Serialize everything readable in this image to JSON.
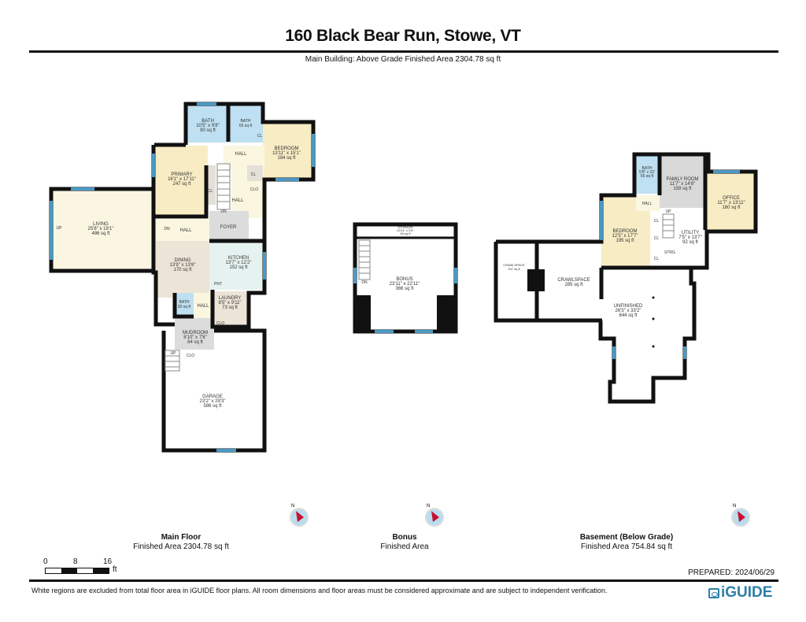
{
  "header": {
    "title": "160 Black Bear Run, Stowe, VT",
    "subtitle": "Main Building: Above Grade Finished Area 2304.78 sq ft"
  },
  "colors": {
    "wall": "#111111",
    "window": "#4a98c4",
    "bedroom_fill": "#f7ecc4",
    "living_fill": "#faf6e2",
    "bath_fill": "#bfe0f2",
    "hall_fill": "#fbf6df",
    "dining_fill": "#ece4d6",
    "kitchen_fill": "#e6f2ef",
    "foyer_fill": "#dcdcdc",
    "closet_fill": "#e4e0d8",
    "family_fill": "#d9d9d9",
    "compass_red": "#c8102e",
    "compass_blue": "#b9dcef",
    "logo_blue": "#2e7fa8"
  },
  "floors": [
    {
      "name": "Main Floor",
      "area": "Finished Area 2304.78 sq ft",
      "rooms": [
        {
          "name": "BATH",
          "dims": "10'5\" x 9'8\"",
          "area": "90 sq ft"
        },
        {
          "name": "BATH",
          "dims": "",
          "area": "65 sq ft"
        },
        {
          "name": "BEDROOM",
          "dims": "13'11\" x 15'1\"",
          "area": "184 sq ft"
        },
        {
          "name": "PRIMARY",
          "dims": "16'1\" x 17'11\"",
          "area": "247 sq ft"
        },
        {
          "name": "LIVING",
          "dims": "25'8\" x 19'1\"",
          "area": "486 sq ft"
        },
        {
          "name": "DINING",
          "dims": "13'9\" x 13'8\"",
          "area": "170 sq ft"
        },
        {
          "name": "KITCHEN",
          "dims": "13'7\" x 12'2\"",
          "area": "152 sq ft"
        },
        {
          "name": "BATH",
          "dims": "",
          "area": "30 sq ft"
        },
        {
          "name": "LAUNDRY",
          "dims": "8'5\" x 9'11\"",
          "area": "73 sq ft"
        },
        {
          "name": "MUDROOM",
          "dims": "8'10\" x 7'8\"",
          "area": "64 sq ft"
        },
        {
          "name": "GARAGE",
          "dims": "23'2\" x 29'3\"",
          "area": "586 sq ft"
        }
      ],
      "labels": {
        "hall": "HALL",
        "foyer": "FOYER",
        "cl": "CL",
        "clo": "CLO",
        "pnt": "PNT",
        "up": "UP",
        "dn": "DN"
      }
    },
    {
      "name": "Bonus",
      "area": "Finished Area",
      "rooms": [
        {
          "name": "STORAGE",
          "dims": "23'11\" x 2'6\"",
          "area": "54 sq ft"
        },
        {
          "name": "BONUS",
          "dims": "23'11\" x 22'11\"",
          "area": "366 sq ft"
        }
      ],
      "labels": {
        "dn": "DN"
      }
    },
    {
      "name": "Basement (Below Grade)",
      "area": "Finished Area 754.84 sq ft",
      "rooms": [
        {
          "name": "BATH",
          "dims": "5'8\" x 10'",
          "area": "56 sq ft"
        },
        {
          "name": "FAMILY ROOM",
          "dims": "11'7\" x 14'8\"",
          "area": "159 sq ft"
        },
        {
          "name": "OFFICE",
          "dims": "11'7\" x 13'11\"",
          "area": "160 sq ft"
        },
        {
          "name": "BEDROOM",
          "dims": "12'5\" x 17'7\"",
          "area": "195 sq ft"
        },
        {
          "name": "UTILITY",
          "dims": "7'5\" x 13'7\"",
          "area": "92 sq ft"
        },
        {
          "name": "CRAWLSPACE",
          "dims": "",
          "area": "157 sq ft"
        },
        {
          "name": "CRAWLSPACE",
          "dims": "",
          "area": "285 sq ft"
        },
        {
          "name": "UNFINISHED",
          "dims": "26'5\" x 33'2\"",
          "area": "644 sq ft"
        }
      ],
      "labels": {
        "hall": "HALL",
        "cl": "CL",
        "strg": "STRG",
        "up": "UP"
      }
    }
  ],
  "compass": {
    "label": "N"
  },
  "scale": {
    "ticks": [
      "0",
      "8",
      "16"
    ],
    "unit": "ft"
  },
  "footer": {
    "prepared": "PREPARED: 2024/06/29",
    "disclaimer": "White regions are excluded from total floor area in iGUIDE floor plans. All room dimensions and floor areas must be considered approximate and are subject to independent verification.",
    "logo": "iGUIDE"
  }
}
